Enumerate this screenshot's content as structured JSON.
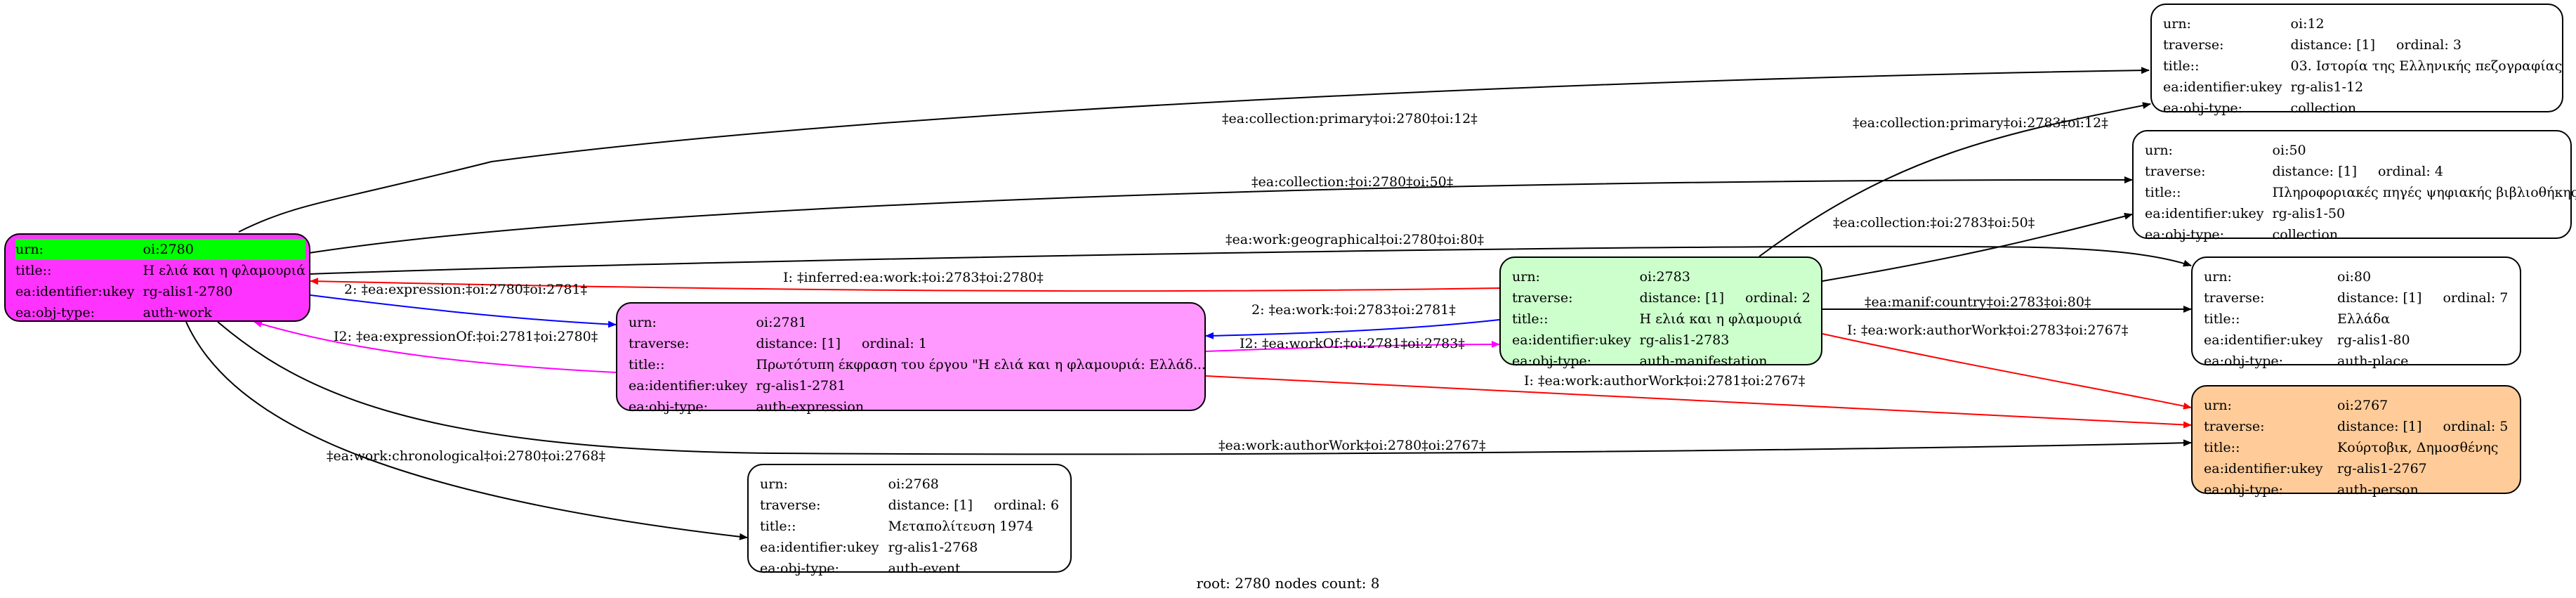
{
  "nodes": {
    "n2780": {
      "fill": "#ff33ff",
      "urn_highlight": "#00ff00",
      "rows": [
        {
          "k": "urn:",
          "v": "oi:2780"
        },
        {
          "k": "title::",
          "v": "Η ελιά και η φλαμουριά"
        },
        {
          "k": "ea:identifier:ukey",
          "v": "rg-alis1-2780"
        },
        {
          "k": "ea:obj-type:",
          "v": "auth-work"
        }
      ]
    },
    "n2781": {
      "fill": "#ff99ff",
      "rows": [
        {
          "k": "urn:",
          "v": "oi:2781"
        },
        {
          "k": "traverse:",
          "v": "distance: [1]",
          "v2": "ordinal: 1"
        },
        {
          "k": "title::",
          "v": "Πρωτότυπη έκφραση του έργου \"Η ελιά και η φλαμουριά: Ελλάδ..."
        },
        {
          "k": "ea:identifier:ukey",
          "v": "rg-alis1-2781"
        },
        {
          "k": "ea:obj-type:",
          "v": "auth-expression"
        }
      ]
    },
    "n2783": {
      "fill": "#ccffcc",
      "rows": [
        {
          "k": "urn:",
          "v": "oi:2783"
        },
        {
          "k": "traverse:",
          "v": "distance: [1]",
          "v2": "ordinal: 2"
        },
        {
          "k": "title::",
          "v": "Η ελιά και η φλαμουριά"
        },
        {
          "k": "ea:identifier:ukey",
          "v": "rg-alis1-2783"
        },
        {
          "k": "ea:obj-type:",
          "v": "auth-manifestation"
        }
      ]
    },
    "n12": {
      "fill": "#ffffff",
      "rows": [
        {
          "k": "urn:",
          "v": "oi:12"
        },
        {
          "k": "traverse:",
          "v": "distance: [1]",
          "v2": "ordinal: 3"
        },
        {
          "k": "title::",
          "v": "03. Ιστορία της Ελληνικής πεζογραφίας"
        },
        {
          "k": "ea:identifier:ukey",
          "v": "rg-alis1-12"
        },
        {
          "k": "ea:obj-type:",
          "v": "collection"
        }
      ]
    },
    "n50": {
      "fill": "#ffffff",
      "rows": [
        {
          "k": "urn:",
          "v": "oi:50"
        },
        {
          "k": "traverse:",
          "v": "distance: [1]",
          "v2": "ordinal: 4"
        },
        {
          "k": "title::",
          "v": "Πληροφοριακές πηγές ψηφιακής βιβλιοθήκης"
        },
        {
          "k": "ea:identifier:ukey",
          "v": "rg-alis1-50"
        },
        {
          "k": "ea:obj-type:",
          "v": "collection"
        }
      ]
    },
    "n80": {
      "fill": "#ffffff",
      "rows": [
        {
          "k": "urn:",
          "v": "oi:80"
        },
        {
          "k": "traverse:",
          "v": "distance: [1]",
          "v2": "ordinal: 7"
        },
        {
          "k": "title::",
          "v": "Ελλάδα"
        },
        {
          "k": "ea:identifier:ukey",
          "v": "rg-alis1-80"
        },
        {
          "k": "ea:obj-type:",
          "v": "auth-place"
        }
      ]
    },
    "n2767": {
      "fill": "#ffcc99",
      "rows": [
        {
          "k": "urn:",
          "v": "oi:2767"
        },
        {
          "k": "traverse:",
          "v": "distance: [1]",
          "v2": "ordinal: 5"
        },
        {
          "k": "title::",
          "v": "Κούρτοβικ, Δημοσθένης"
        },
        {
          "k": "ea:identifier:ukey",
          "v": "rg-alis1-2767"
        },
        {
          "k": "ea:obj-type:",
          "v": "auth-person"
        }
      ]
    },
    "n2768": {
      "fill": "#ffffff",
      "rows": [
        {
          "k": "urn:",
          "v": "oi:2768"
        },
        {
          "k": "traverse:",
          "v": "distance: [1]",
          "v2": "ordinal: 6"
        },
        {
          "k": "title::",
          "v": "Μεταπολίτευση 1974"
        },
        {
          "k": "ea:identifier:ukey",
          "v": "rg-alis1-2768"
        },
        {
          "k": "ea:obj-type:",
          "v": "auth-event"
        }
      ]
    }
  },
  "edges": [
    {
      "label": "‡ea:collection:primary‡oi:2780‡oi:12‡",
      "color": "#000000"
    },
    {
      "label": "‡ea:collection:‡oi:2780‡oi:50‡",
      "color": "#000000"
    },
    {
      "label": "‡ea:work:geographical‡oi:2780‡oi:80‡",
      "color": "#000000"
    },
    {
      "label": "I: ‡inferred:ea:work:‡oi:2783‡oi:2780‡",
      "color": "#ff0000"
    },
    {
      "label": "2: ‡ea:expression:‡oi:2780‡oi:2781‡",
      "color": "#0000ff"
    },
    {
      "label": "I2: ‡ea:expressionOf:‡oi:2781‡oi:2780‡",
      "color": "#ff00ff"
    },
    {
      "label": "2: ‡ea:work:‡oi:2783‡oi:2781‡",
      "color": "#0000ff"
    },
    {
      "label": "I2: ‡ea:workOf:‡oi:2781‡oi:2783‡",
      "color": "#ff00ff"
    },
    {
      "label": "I: ‡ea:work:authorWork‡oi:2781‡oi:2767‡",
      "color": "#ff0000"
    },
    {
      "label": "‡ea:work:authorWork‡oi:2780‡oi:2767‡",
      "color": "#000000"
    },
    {
      "label": "‡ea:work:chronological‡oi:2780‡oi:2768‡",
      "color": "#000000"
    },
    {
      "label": "‡ea:collection:primary‡oi:2783‡oi:12‡",
      "color": "#000000"
    },
    {
      "label": "‡ea:collection:‡oi:2783‡oi:50‡",
      "color": "#000000"
    },
    {
      "label": "‡ea:manif:country‡oi:2783‡oi:80‡",
      "color": "#000000"
    },
    {
      "label": "I: ‡ea:work:authorWork‡oi:2783‡oi:2767‡",
      "color": "#ff0000"
    }
  ],
  "footer": "root: 2780 nodes count: 8"
}
